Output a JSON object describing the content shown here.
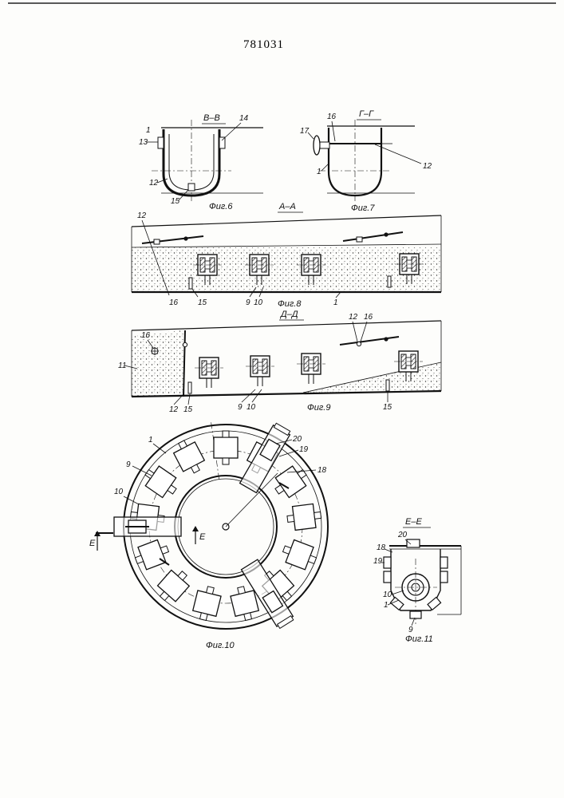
{
  "document": {
    "number": "781031"
  },
  "fig6": {
    "section": "В–В",
    "caption": "Фиг.6",
    "labels": [
      "1",
      "13",
      "14",
      "12",
      "15"
    ]
  },
  "fig7": {
    "section": "Г–Г",
    "caption": "Фиг.7",
    "labels": [
      "16",
      "17",
      "1",
      "12"
    ]
  },
  "fig8": {
    "section": "А–А",
    "caption": "Фиг.8",
    "labels": [
      "12",
      "16",
      "15",
      "9",
      "10",
      "1"
    ]
  },
  "fig9": {
    "section": "Д–Д",
    "caption": "Фиг.9",
    "labels": [
      "16",
      "11",
      "12",
      "15",
      "9",
      "10",
      "12",
      "16",
      "15"
    ]
  },
  "fig10": {
    "caption": "Фиг.10",
    "section_marker": "Е",
    "labels": [
      "1",
      "9",
      "10",
      "20",
      "19",
      "18"
    ]
  },
  "fig11": {
    "section": "Е–Е",
    "caption": "Фиг.11",
    "labels": [
      "20",
      "18",
      "19",
      "10",
      "1",
      "9"
    ]
  }
}
